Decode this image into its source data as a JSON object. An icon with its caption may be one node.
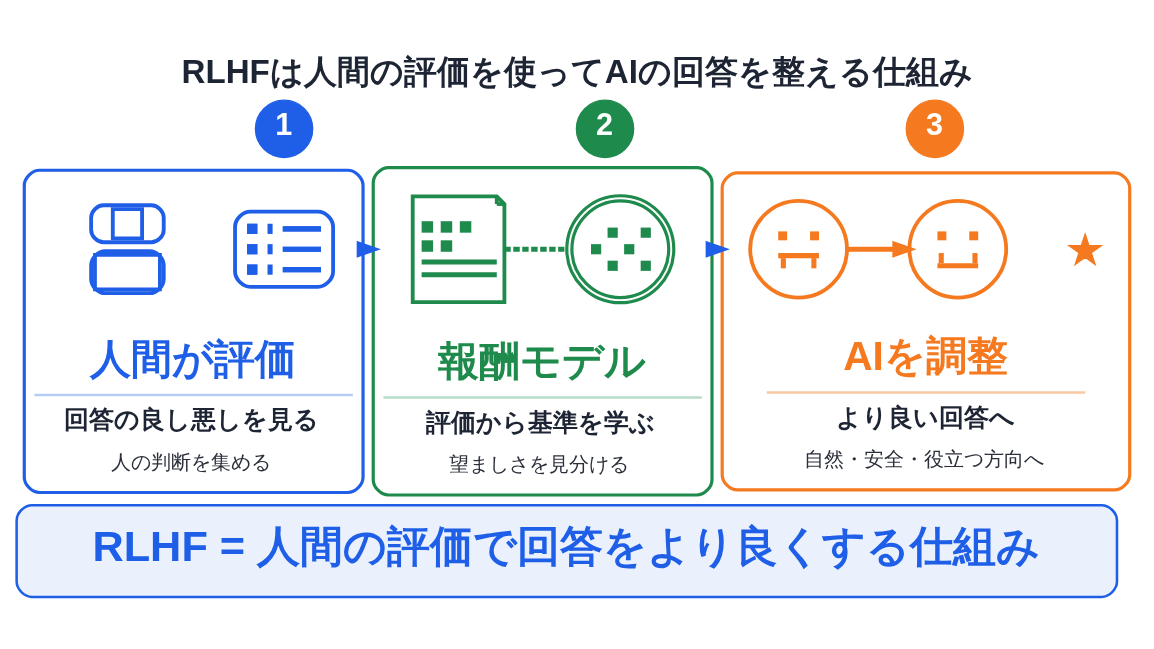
{
  "diagram": {
    "title": "RLHFは人間の評価を使ってAIの回答を整える仕組み",
    "nodes": [
      {
        "text": [
          "1"
        ]
      },
      {
        "text": [
          "人間が評価",
          "回答の良し悪しを見る",
          "人の判断を集める"
        ]
      },
      {
        "text": [],
        "shape": "person",
        "in": 1
      },
      {
        "text": [],
        "shape": "picture",
        "in": 1
      },
      {
        "text": [
          "2"
        ]
      },
      {
        "text": [
          "報酬モデル",
          "評価から基準を学ぶ",
          "望ましさを見分ける"
        ]
      },
      {
        "text": [],
        "shape": "picture",
        "in": 5
      },
      {
        "text": [],
        "shape": "picture",
        "in": 5
      },
      {
        "text": [
          "3"
        ]
      },
      {
        "text": [
          "AIを調整",
          "より良い回答へ",
          "自然・安全・役立つ方向へ"
        ]
      },
      {
        "text": [],
        "shape": "picture",
        "in": 9
      },
      {
        "text": [],
        "shape": "picture",
        "in": 9
      },
      {
        "text": [],
        "shape": "picture",
        "in": 9
      },
      {
        "text": [
          "RLHF = 人間の評価で回答をより良くする仕組み"
        ]
      }
    ],
    "edges": [
      {
        "from": 1,
        "to": 5,
        "arrow": "to"
      },
      {
        "from": 5,
        "to": 9,
        "arrow": "to"
      },
      {
        "from": 6,
        "to": 7,
        "arrow": "none",
        "style": "dashed",
        "color": "#1e8a4c"
      },
      {
        "from": 10,
        "to": 11,
        "arrow": "to",
        "color": "#f5791f"
      }
    ]
  }
}
